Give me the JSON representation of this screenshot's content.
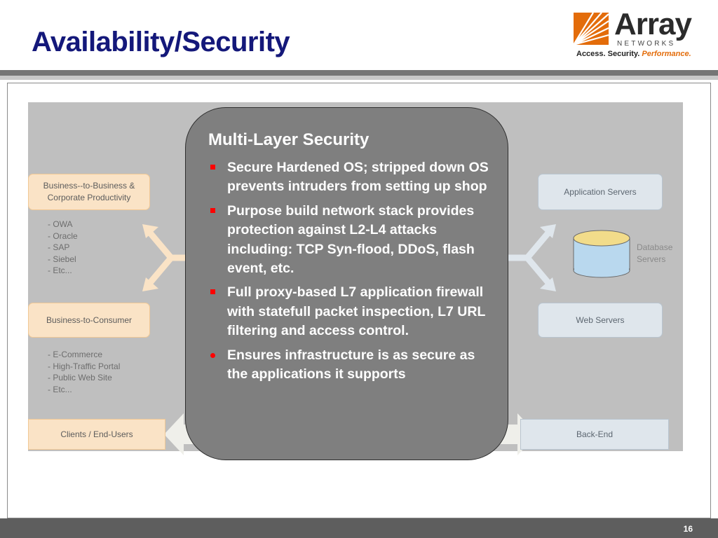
{
  "header": {
    "title": "Availability/Security",
    "logo": {
      "name": "Array",
      "sub": "NETWORKS",
      "tagline_main": "Access. Security. ",
      "tagline_accent": "Performance.",
      "colors": {
        "orange": "#e36c0a",
        "dark": "#2b2b2b"
      }
    }
  },
  "diagram": {
    "left": {
      "b2b": "Business--to-Business & Corporate Productivity",
      "b2b_list": [
        "- OWA",
        "- Oracle",
        "- SAP",
        "- Siebel",
        "- Etc..."
      ],
      "b2c": "Business-to-Consumer",
      "b2c_list": [
        "- E-Commerce",
        "- High-Traffic Portal",
        "- Public Web Site",
        "- Etc..."
      ],
      "clients": "Clients / End-Users"
    },
    "right": {
      "app_servers": "Application Servers",
      "database_servers": "Database Servers",
      "web_servers": "Web Servers",
      "backend": "Back-End"
    }
  },
  "callout": {
    "title": "Multi-Layer Security",
    "bullets": [
      "Secure Hardened OS; stripped down OS prevents intruders from setting up shop",
      "Purpose build network stack provides protection against L2-L4 attacks including: TCP Syn-flood, DDoS, flash event, etc.",
      "Full proxy-based L7 application firewall with statefull packet inspection, L7 URL filtering and access control.",
      "Ensures infrastructure is as secure as the applications it supports"
    ],
    "colors": {
      "fill": "#7f7f7f",
      "bullet": "#ff0000"
    }
  },
  "footer": {
    "page_number": "16"
  }
}
